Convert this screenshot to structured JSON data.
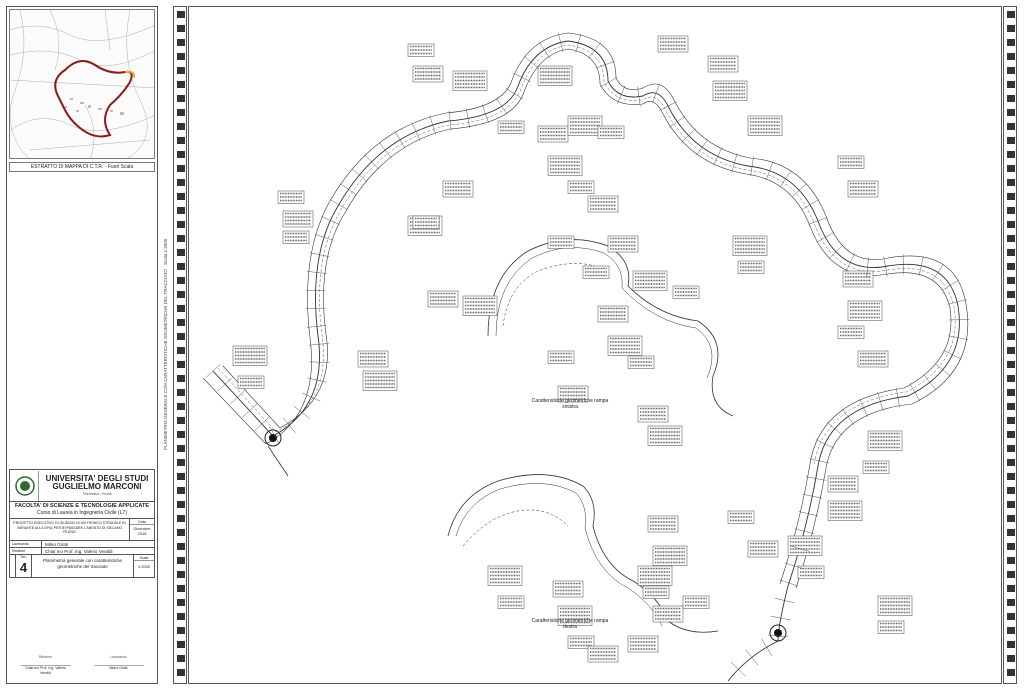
{
  "minimap": {
    "caption": "ESTRATTO DI MAPPA DI C.T.R. - Fuori Scala",
    "route_color": "#8b1a1a",
    "accent_color": "#e8b030"
  },
  "title_block": {
    "university": "UNIVERSITA' DEGLI STUDI GUGLIELMO MARCONI",
    "university_sub": "Telematica - Roma",
    "faculty": "FACOLTA' DI SCIENZE E TECNOLOGIE APPLICATE",
    "course": "Corso di Laurea in Ingegneria Civile (L7)",
    "project": "PROGETTO ESECUTIVO DI GIUDIZIO DI UN TRONCO STRADALE IN VARIANTE ALLA SP41 PER BYPASSARE L'ABITATO DI SIECANO FEGNO",
    "date_label": "Data",
    "date_value": "Dicembre 2016",
    "student_role": "Laureando",
    "student_name": "Mirko Girati",
    "advisor_role": "Relatore",
    "advisor_name": "Chiar.mo Prof. Ing. Valerio Veraldi",
    "table_label": "Tav.",
    "table_number": "4",
    "table_description": "Planimetria generale con caratteristiche geometriche del tracciato",
    "scale_label": "Scala",
    "scale_value": "1:2000"
  },
  "signatures": {
    "advisor_role": "Relatore",
    "advisor_name": "Chiar.mo Prof. Ing. Valerio Veraldi",
    "student_role": "Laureando",
    "student_name": "Mirko Girati"
  },
  "side": {
    "title": "PLANIMETRIA GENERALE CON CARATTERISTICHE GEOMETRICHE DEL TRACCIATO",
    "scale": "Scala 1:2000"
  },
  "captions": {
    "left_ramp": "Caratteristiche geometriche rampa sinistra",
    "right_ramp": "Caratteristiche geometriche rampa destra"
  }
}
